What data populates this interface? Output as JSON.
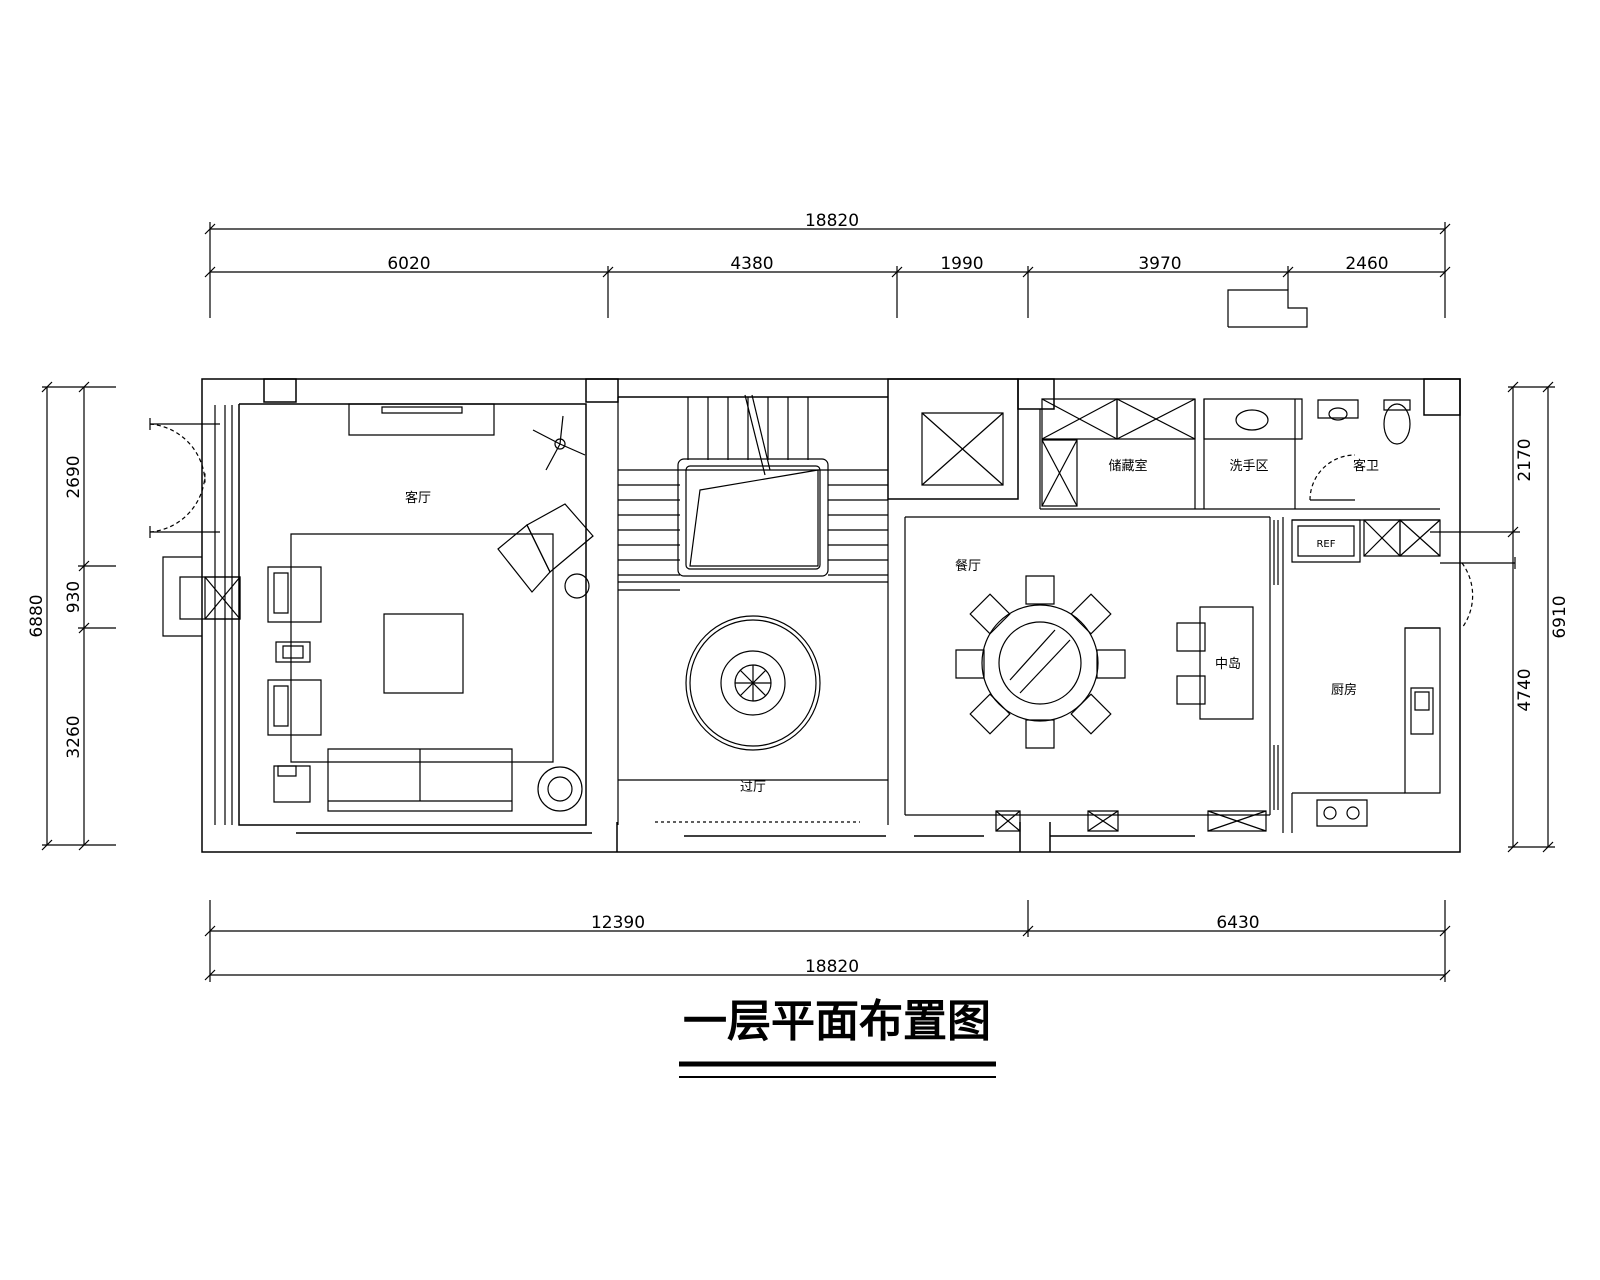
{
  "title": "一层平面布置图",
  "dimensions": {
    "top_total": "18820",
    "top_segments": [
      "6020",
      "4380",
      "1990",
      "3970",
      "2460"
    ],
    "bottom_segments": [
      "12390",
      "6430"
    ],
    "bottom_total": "18820",
    "left_total": "6880",
    "left_segments": [
      "2690",
      "930",
      "3260"
    ],
    "right_total": "6910",
    "right_segments": [
      "2170",
      "4740"
    ]
  },
  "rooms": {
    "living_room": "客厅",
    "hall": "过厅",
    "dining_room": "餐厅",
    "storage": "储藏室",
    "laundry": "洗手区",
    "guest_bath": "客卫",
    "island": "中岛",
    "kitchen": "厨房",
    "fridge": "REF"
  }
}
